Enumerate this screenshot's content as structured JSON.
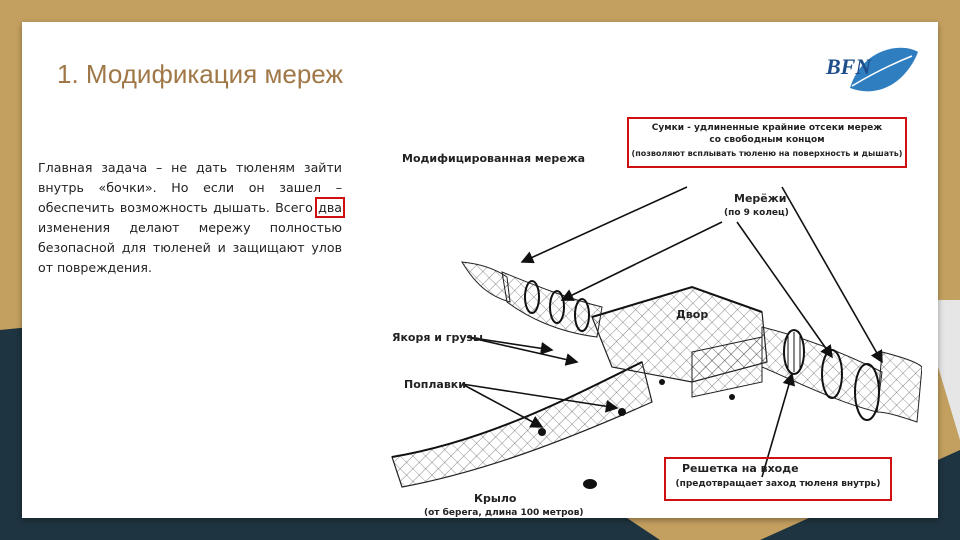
{
  "slide": {
    "title": "1. Модификация мереж",
    "body_before": "Главная задача – не дать тюленям зайти внутрь «бочки». Но если он зашел – обеспечить возможность дышать. Всего ",
    "body_highlight": "два",
    "body_after": " изменения делают мережу полностью безопасной для тюленей и защищают улов от повреждения.",
    "logo_text": "BFN"
  },
  "diagram": {
    "heading": "Модифицированная мережа",
    "bags_title": "Сумки - удлиненные крайние отсеки мереж",
    "bags_title2": "со свободным концом",
    "bags_note": "(позволяют всплывать тюленю на поверхность и дышать)",
    "nets": "Мерёжи",
    "nets_sub": "(по 9 колец)",
    "yard": "Двор",
    "anchors": "Якоря и грузы",
    "floats": "Поплавки",
    "wing": "Крыло",
    "wing_sub": "(от берега, длина 100 метров)",
    "grid_title": "Решетка на входе",
    "grid_note": "(предотвращает заход тюленя внутрь)"
  },
  "colors": {
    "title": "#a07848",
    "highlight_box": "#d01010",
    "background_top": "#c4a060",
    "background_bottom": "#1e3440",
    "logo_blue": "#2f7fc0"
  }
}
